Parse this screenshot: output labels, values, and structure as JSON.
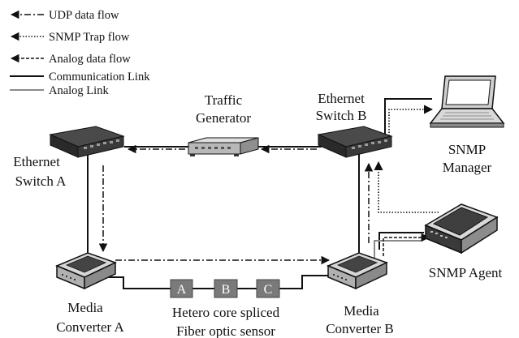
{
  "legend": [
    {
      "label": "UDP data flow",
      "style": "dash-dot",
      "arrow": true
    },
    {
      "label": "SNMP Trap flow",
      "style": "dotted",
      "arrow": true
    },
    {
      "label": "Analog data flow",
      "style": "dashed",
      "arrow": true
    },
    {
      "label": "Communication Link",
      "style": "solid-black",
      "arrow": false
    },
    {
      "label": "Analog Link",
      "style": "solid-gray",
      "arrow": false
    }
  ],
  "nodes": {
    "switch_a": [
      "Ethernet",
      "Switch A"
    ],
    "switch_b": [
      "Ethernet",
      "Switch B"
    ],
    "traffic": [
      "Traffic",
      "Generator"
    ],
    "snmp_manager": [
      "SNMP",
      "Manager"
    ],
    "snmp_agent": "SNMP Agent",
    "media_a": [
      "Media",
      "Converter A"
    ],
    "media_b": [
      "Media",
      "Converter B"
    ],
    "sensor_segments": [
      "A",
      "B",
      "C"
    ],
    "sensor_caption": [
      "Hetero core spliced",
      "Fiber optic sensor"
    ]
  },
  "colors": {
    "line": "#111111",
    "analog_link": "#8a8a8a",
    "device_dark": "#3c3c3c",
    "device_light": "#c9c9c9",
    "sensor_box": "#7a7a7a"
  }
}
